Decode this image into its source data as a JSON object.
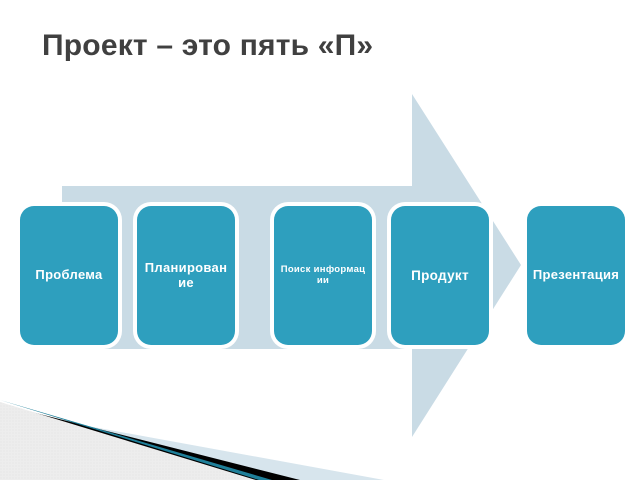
{
  "slide": {
    "title": "Проект – это пять «П»",
    "background_color": "#FFFFFF",
    "title_color": "#404040"
  },
  "diagram": {
    "type": "process-arrow",
    "direction": "left-to-right",
    "arrow_fill": "#C9DBE5",
    "box_fill": "#2E9FBE",
    "box_border": "#FFFFFF",
    "box_text_color": "#FFFFFF",
    "steps": [
      {
        "index": 1,
        "label": "Проблема"
      },
      {
        "index": 2,
        "label": "Планирование"
      },
      {
        "index": 3,
        "label": "Поиск информации"
      },
      {
        "index": 4,
        "label": "Продукт"
      },
      {
        "index": 5,
        "label": "Презентация"
      }
    ]
  },
  "decoration": {
    "hatched_triangle_color": "#E8E8E8",
    "teal_line_color": "#1F7F99",
    "black_band_color": "#000000",
    "pale_blue_band_color": "#D7E5ED"
  }
}
